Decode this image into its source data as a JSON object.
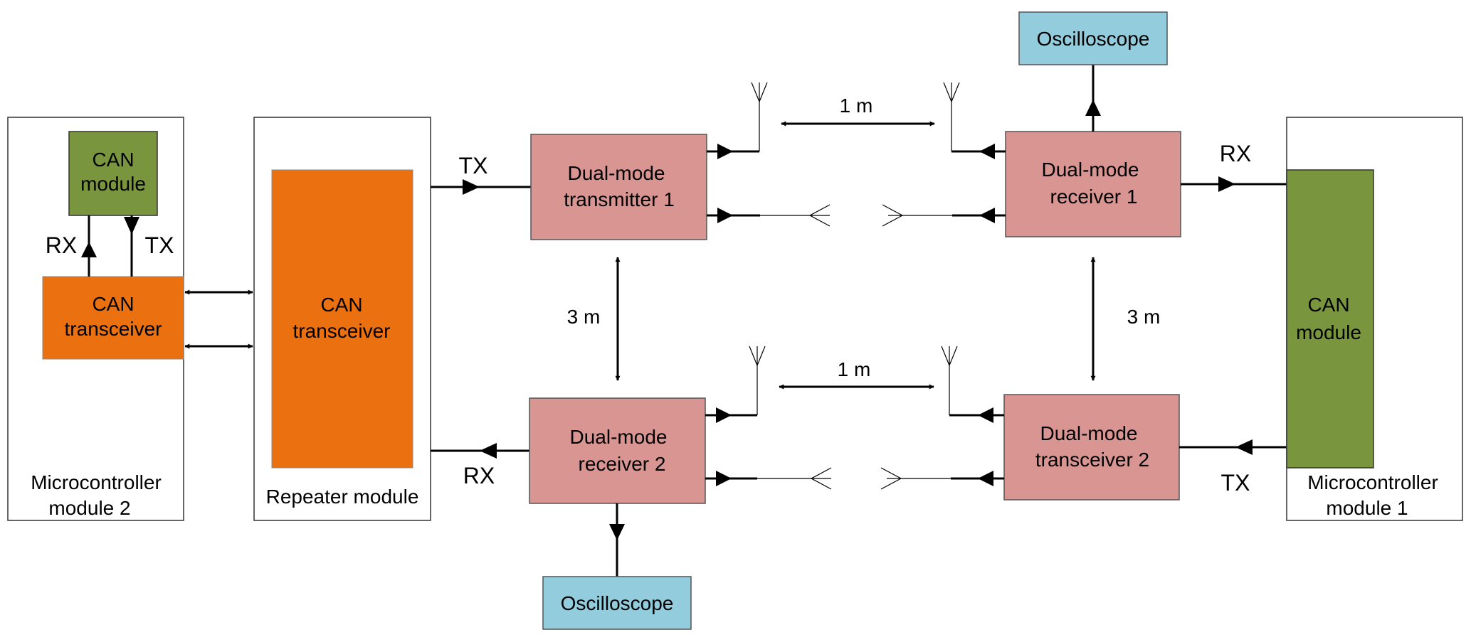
{
  "colors": {
    "can_module": "#79963f",
    "can_transceiver": "#ea7010",
    "dual_mode": "#d99592",
    "oscilloscope": "#93cddd",
    "container": "#ffffff",
    "line": "#000000"
  },
  "micro2": {
    "label_line1": "Microcontroller",
    "label_line2": "module 2",
    "can_module": {
      "line1": "CAN",
      "line2": "module"
    },
    "can_transceiver": {
      "line1": "CAN",
      "line2": "transceiver"
    },
    "rx_label": "RX",
    "tx_label": "TX"
  },
  "repeater": {
    "label": "Repeater module",
    "can_transceiver": {
      "line1": "CAN",
      "line2": "transceiver"
    },
    "tx_label": "TX",
    "rx_label": "RX"
  },
  "transmitter1": {
    "line1": "Dual-mode",
    "line2": "transmitter 1"
  },
  "receiver1": {
    "line1": "Dual-mode",
    "line2": "receiver 1"
  },
  "receiver2": {
    "line1": "Dual-mode",
    "line2": "receiver 2"
  },
  "transceiver2": {
    "line1": "Dual-mode",
    "line2": "transceiver 2"
  },
  "oscilloscope_top": {
    "label": "Oscilloscope"
  },
  "oscilloscope_bottom": {
    "label": "Oscilloscope"
  },
  "micro1": {
    "label_line1": "Microcontroller",
    "label_line2": "module 1",
    "can_module": {
      "line1": "CAN",
      "line2": "module"
    },
    "rx_label": "RX",
    "tx_label": "TX"
  },
  "distances": {
    "top_horizontal": "1 m",
    "bottom_horizontal": "1 m",
    "left_vertical": "3 m",
    "right_vertical": "3 m"
  }
}
